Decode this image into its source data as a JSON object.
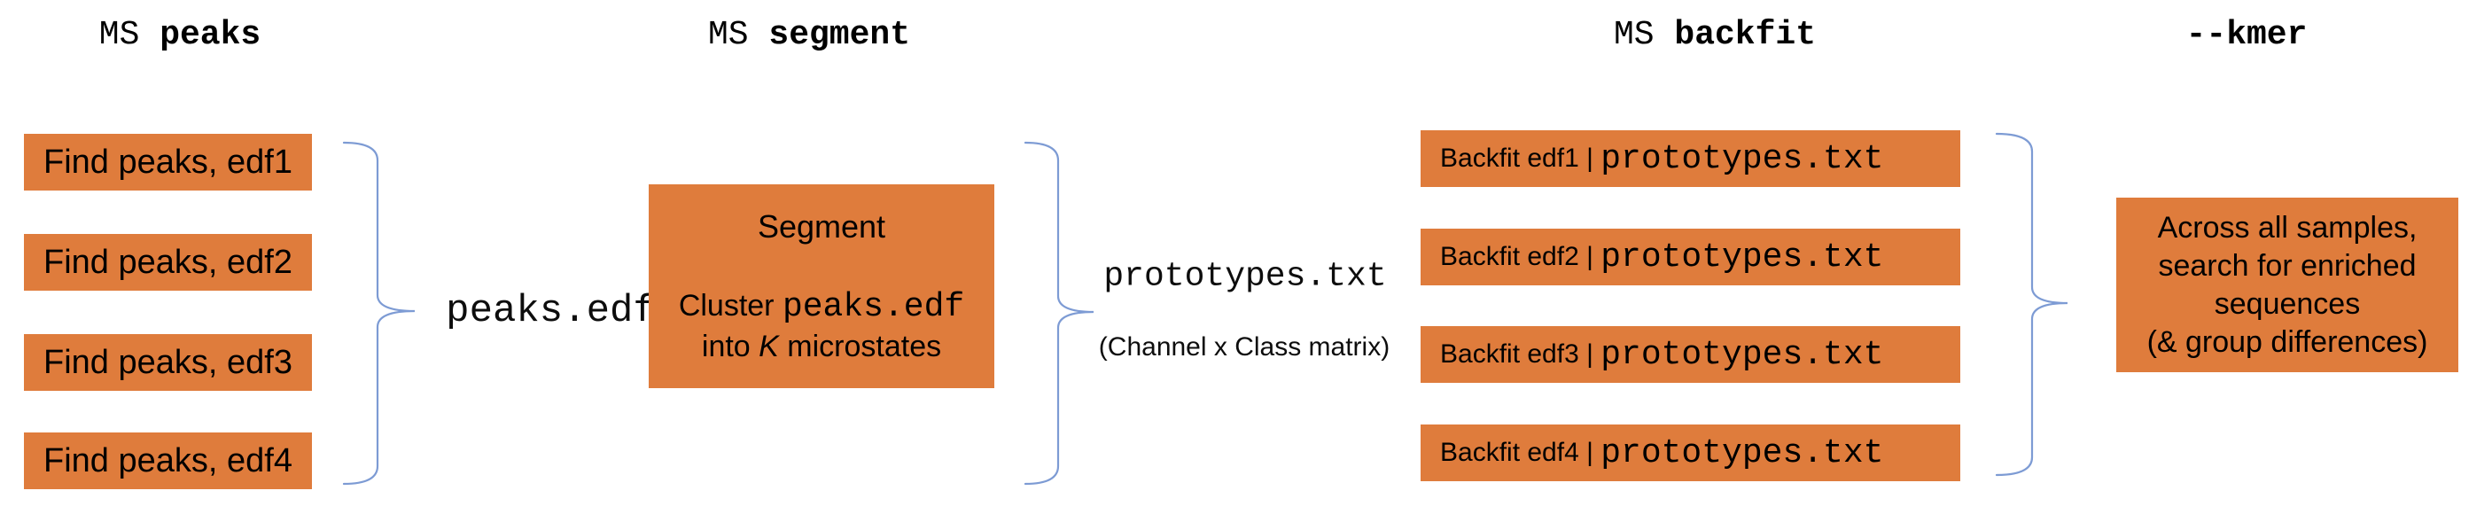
{
  "colors": {
    "box_orange": "#DF7C3C",
    "brace_blue": "#7D9BD4"
  },
  "headers": {
    "peaks": {
      "prefix": "MS ",
      "command": "peaks"
    },
    "segment": {
      "prefix": "MS ",
      "command": "segment"
    },
    "backfit": {
      "prefix": "MS ",
      "command": "backfit"
    },
    "kmer": {
      "prefix": "",
      "command": "--kmer"
    }
  },
  "peaks_column": {
    "boxes": [
      "Find peaks, edf1",
      "Find peaks, edf2",
      "Find peaks, edf3",
      "Find peaks, edf4"
    ],
    "output_file": "peaks.edf"
  },
  "segment_box": {
    "title": "Segment",
    "cluster_prefix": "Cluster ",
    "cluster_code": "peaks.edf",
    "into_prefix": "into ",
    "into_k": "K",
    "into_suffix": " microstates"
  },
  "segment_output": {
    "file": "prototypes.txt",
    "note": "(Channel x Class matrix)"
  },
  "backfit_column": {
    "rows": [
      {
        "label": "Backfit edf1 | ",
        "code": "prototypes.txt"
      },
      {
        "label": "Backfit edf2 | ",
        "code": "prototypes.txt"
      },
      {
        "label": "Backfit edf3 | ",
        "code": "prototypes.txt"
      },
      {
        "label": "Backfit edf4 | ",
        "code": "prototypes.txt"
      }
    ]
  },
  "kmer_box": {
    "lines": [
      "Across all samples,",
      "search for enriched",
      "sequences",
      "(& group differences)"
    ]
  }
}
